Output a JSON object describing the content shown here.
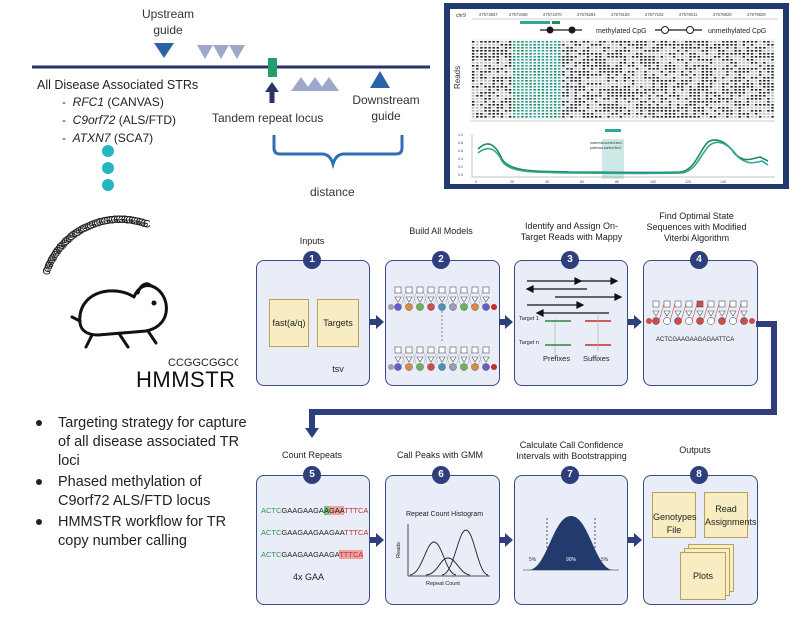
{
  "top_left": {
    "upstream_label": "Upstream guide",
    "tandem_label": "Tandem repeat locus",
    "downstream_label": "Downstream guide",
    "distance_label": "distance",
    "disease_header": "All Disease Associated STRs",
    "diseases": [
      {
        "gene": "RFC1",
        "disease": "(CANVAS)"
      },
      {
        "gene": "C9orf72",
        "disease": "(ALS/FTD)"
      },
      {
        "gene": "ATXN7",
        "disease": "(SCA7)"
      }
    ]
  },
  "methylation_plot": {
    "chrom": "chr9",
    "coords": [
      "27573557",
      "27573468",
      "27574370",
      "27575284",
      "27576193",
      "27577102",
      "27578011",
      "27578920",
      "27579829"
    ],
    "legend_methylated": "methylated CpG",
    "legend_unmethylated": "unmethylated CpG",
    "reads_label": "Reads",
    "line_legend": [
      "maternal-sorted.5mC",
      "paternal-sorted.5mC"
    ],
    "y_ticks": [
      "1.0",
      "0.8",
      "0.6",
      "0.4",
      "0.2",
      "0.0"
    ],
    "x_ticks": [
      "0",
      "20",
      "40",
      "60",
      "80",
      "100",
      "120",
      "140"
    ]
  },
  "logo": {
    "sequence": "GCGGCGGCGGCGGCGGCGGCGGCGGCGGCGGCGGCGGCGGCGGCGGCGGC",
    "tail_sequence": "CCGGCGGCGGCGG",
    "name": "HMMSTR"
  },
  "bullets": [
    "Targeting strategy for capture of all disease associated TR loci",
    "Phased methylation of C9orf72 ALS/FTD locus",
    "HMMSTR workflow for TR copy number calling"
  ],
  "workflow": {
    "steps": [
      {
        "num": "1",
        "title": "Inputs"
      },
      {
        "num": "2",
        "title": "Build All Models"
      },
      {
        "num": "3",
        "title": "Identify and Assign On-Target Reads with Mappy"
      },
      {
        "num": "4",
        "title": "Find Optimal State Sequences with Modified Viterbi Algorithm"
      },
      {
        "num": "5",
        "title": "Count Repeats"
      },
      {
        "num": "6",
        "title": "Call Peaks with GMM"
      },
      {
        "num": "7",
        "title": "Calculate Call Confidence Intervals with Bootstrapping"
      },
      {
        "num": "8",
        "title": "Outputs"
      }
    ],
    "inputs": {
      "file1": "fast(a/q)",
      "file2": "Targets tsv"
    },
    "mappy": {
      "target1": "Target 1",
      "targetn": "Target n",
      "prefixes": "Prefixes",
      "suffixes": "Suffixes"
    },
    "viterbi_seq": "ACTCGAAGAAGAGAATTCA",
    "count": {
      "seqs": [
        {
          "pre": "ACTC",
          "mid": "GAAGAAGA",
          "hl": "A",
          "mid2": "GAA",
          "post": "TTTCA"
        },
        {
          "pre": "ACTC",
          "mid": "GAAGAAGAAGAA",
          "hl": "",
          "mid2": "",
          "post": "TTTCA"
        },
        {
          "pre": "ACTC",
          "mid": "GAAGAAGAAGA",
          "hl": "",
          "mid2": "",
          "post": "TTTCA"
        }
      ],
      "summary": "4x GAA"
    },
    "gmm": {
      "title": "Repeat Count Histogram",
      "ylabel": "Reads",
      "xlabel": "Repeat Count"
    },
    "bootstrap": {
      "left": "5%",
      "center": "90%",
      "right": "5%"
    },
    "outputs": {
      "genotypes": "Genotypes File",
      "reads": "Read Assignments",
      "plots": "Plots"
    }
  },
  "colors": {
    "panel_fill": "#e9edf7",
    "panel_border": "#3a4a86",
    "arrow": "#2f3f7e",
    "bracket": "#2f6fb3",
    "teal": "#26b5c4",
    "methyl_green": "#1f8a5c",
    "methyl_teal": "#2fa69a"
  }
}
